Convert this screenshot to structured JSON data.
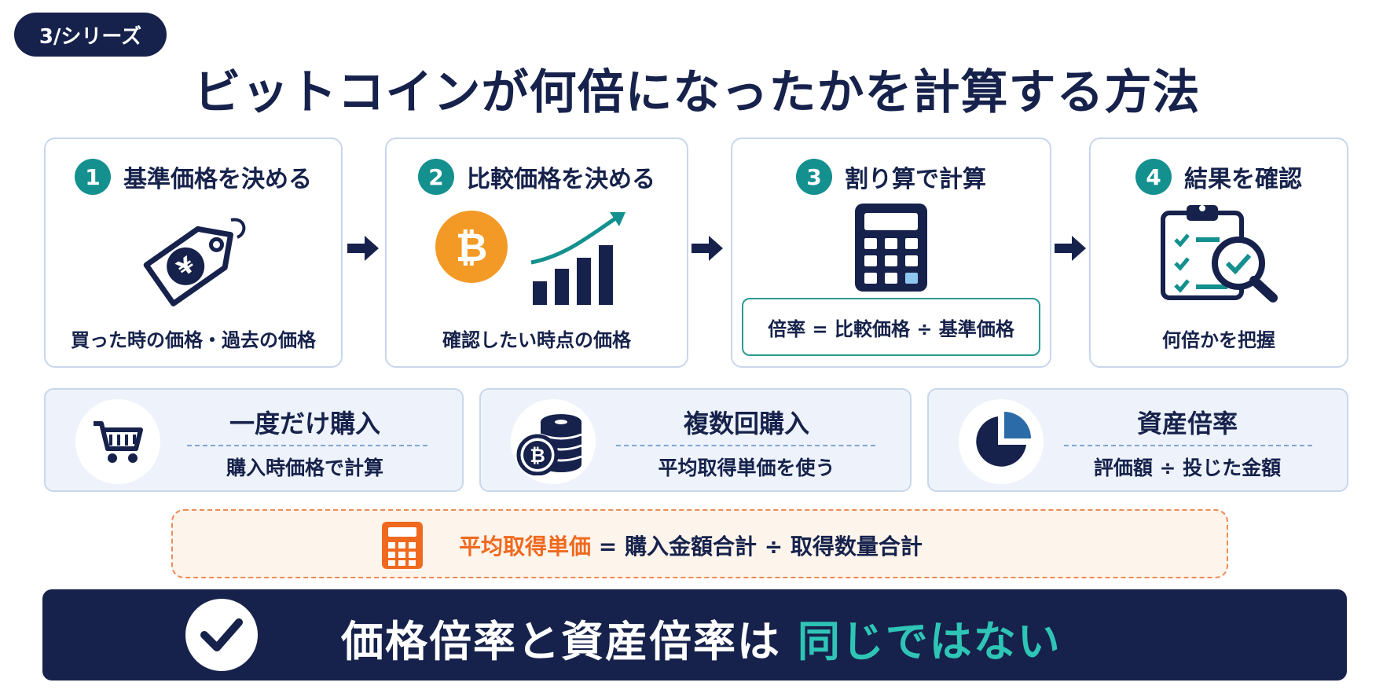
{
  "badge": "3/シリーズ",
  "title": "ビットコインが何倍になったかを計算する方法",
  "steps": [
    {
      "num": "1",
      "title": "基準価格を決める",
      "caption": "買った時の価格・過去の価格"
    },
    {
      "num": "2",
      "title": "比較価格を決める",
      "caption": "確認したい時点の価格"
    },
    {
      "num": "3",
      "title": "割り算で計算",
      "caption": "倍率 = 比較価格 ÷ 基準価格"
    },
    {
      "num": "4",
      "title": "結果を確認",
      "caption": "何倍かを把握"
    }
  ],
  "methods": [
    {
      "title": "一度だけ購入",
      "desc": "購入時価格で計算",
      "icon": "cart-icon"
    },
    {
      "title": "複数回購入",
      "desc": "平均取得単価を使う",
      "icon": "coins-icon"
    },
    {
      "title": "資産倍率",
      "desc": "評価額 ÷ 投じた金額",
      "icon": "pie-chart-icon"
    }
  ],
  "avg_formula": {
    "highlight": "平均取得単価",
    "rest": " = 購入金額合計 ÷ 取得数量合計"
  },
  "banner": {
    "main": "価格倍率と資産倍率は ",
    "highlight": "同じではない"
  },
  "colors": {
    "navy": "#16224b",
    "teal": "#14908f",
    "orange": "#ef6a1f",
    "bitcoin": "#f39a26"
  }
}
